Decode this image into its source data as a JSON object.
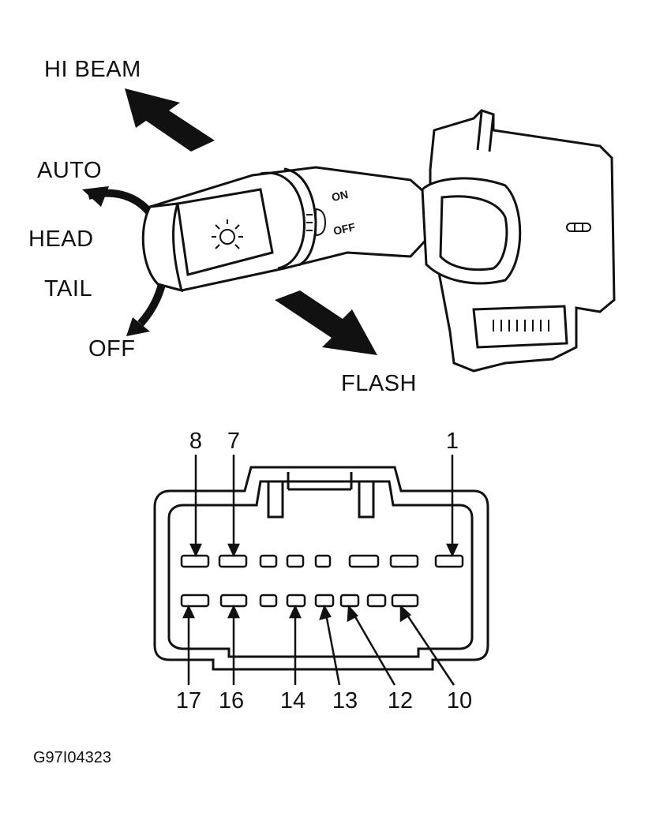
{
  "switch_labels": {
    "hi_beam": "HI BEAM",
    "auto": "AUTO",
    "head": "HEAD",
    "tail": "TAIL",
    "off": "OFF",
    "flash": "FLASH"
  },
  "switch_markings": {
    "fog_on": "ON",
    "fog_off": "OFF"
  },
  "connector": {
    "top_pins": [
      "8",
      "7",
      "1"
    ],
    "bottom_pins": [
      "17",
      "16",
      "14",
      "13",
      "12",
      "10"
    ]
  },
  "figure_code": "G97I04323"
}
